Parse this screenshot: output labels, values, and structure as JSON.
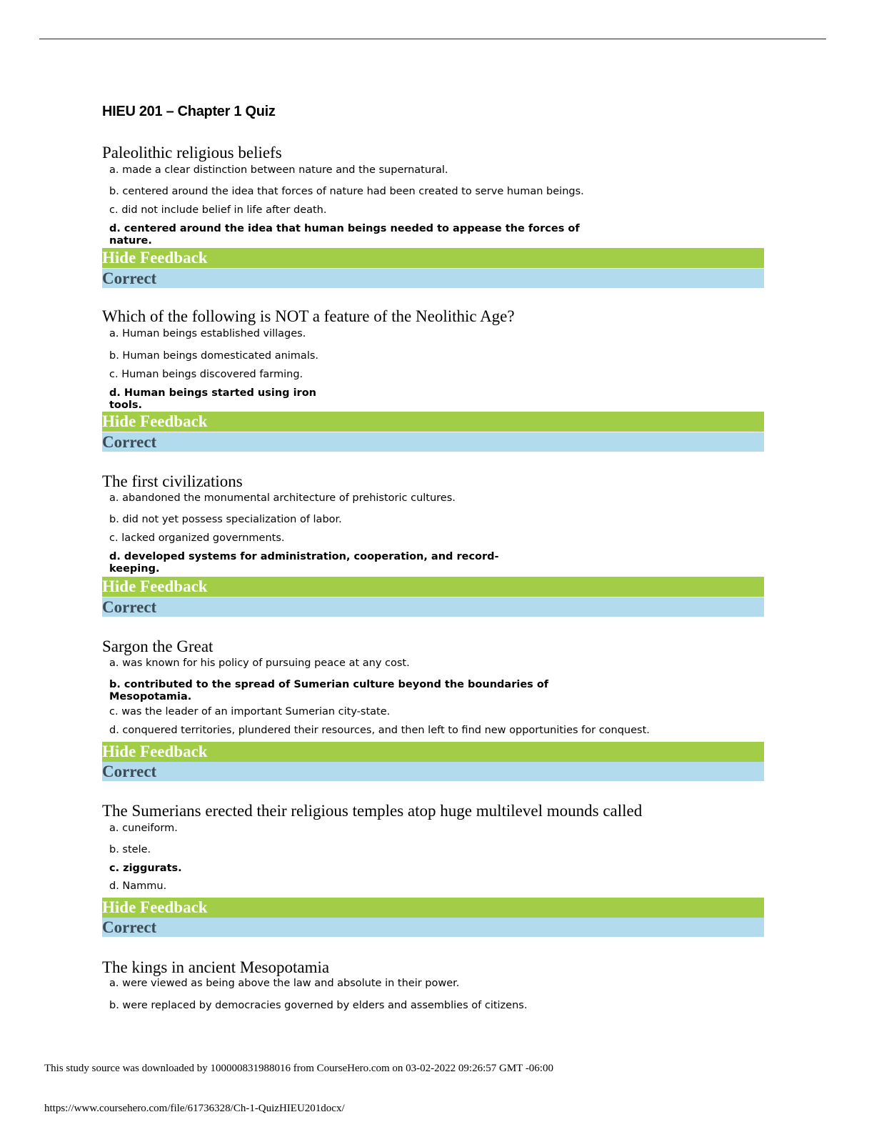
{
  "title": "HIEU 201 – Chapter 1 Quiz",
  "questions": [
    {
      "stem": "Paleolithic religious beliefs",
      "options": [
        "a. made a clear distinction between nature and the supernatural.",
        "b. centered around the idea that forces of nature had been created to serve human beings.",
        "c. did not include belief in life after death.",
        "d. centered around the idea that human beings needed to appease the forces of nature."
      ],
      "feedback_label": "Hide Feedback",
      "result": "Correct"
    },
    {
      "stem": "Which of the following is NOT a feature of the Neolithic Age?",
      "options": [
        "a. Human beings established villages.",
        "b. Human beings domesticated animals.",
        "c. Human beings discovered farming.",
        "d. Human beings started using iron tools."
      ],
      "feedback_label": "Hide Feedback",
      "result": "Correct"
    },
    {
      "stem": "The first civilizations",
      "options": [
        "a. abandoned the monumental architecture of prehistoric cultures.",
        "b. did not yet possess specialization of labor.",
        "c. lacked organized governments.",
        "d. developed systems for administration, cooperation, and record-keeping."
      ],
      "feedback_label": "Hide Feedback",
      "result": "Correct"
    },
    {
      "stem": "Sargon the Great",
      "options": [
        "a. was known for his policy of pursuing peace at any cost.",
        "b. contributed to the spread of Sumerian culture beyond the boundaries of Mesopotamia.",
        "c. was the leader of an important Sumerian city-state.",
        "d. conquered territories, plundered their resources, and then left to find new opportunities for conquest."
      ],
      "feedback_label": "Hide Feedback",
      "result": "Correct"
    },
    {
      "stem": "The Sumerians erected their religious temples atop huge multilevel mounds called",
      "options": [
        "a. cuneiform.",
        "b. stele.",
        "c. ziggurats.",
        "d. Nammu."
      ],
      "feedback_label": "Hide Feedback",
      "result": "Correct"
    },
    {
      "stem": "The kings in ancient Mesopotamia",
      "options": [
        "a. were viewed as being above the law and absolute in their power.",
        "b. were replaced by democracies governed by elders and assemblies of citizens."
      ]
    }
  ],
  "footer": {
    "source_note": "This study source was downloaded by 100000831988016 from CourseHero.com on 03-02-2022 09:26:57 GMT -06:00",
    "url": "https://www.coursehero.com/file/61736328/Ch-1-QuizHIEU201docx/"
  }
}
